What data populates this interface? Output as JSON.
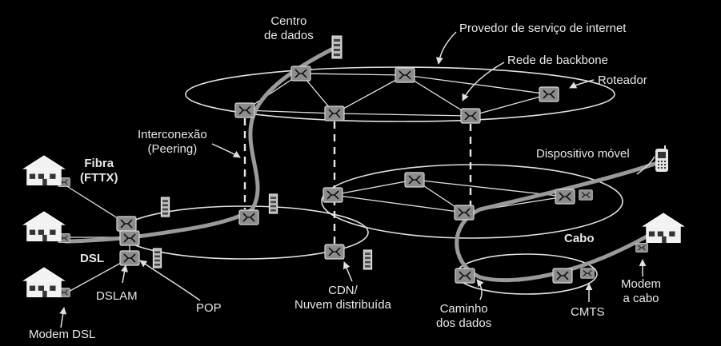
{
  "labels": {
    "centro_dados_1": "Centro",
    "centro_dados_2": "de dados",
    "provedor": "Provedor de serviço de internet",
    "backbone": "Rede de backbone",
    "roteador": "Roteador",
    "interconexao_1": "Interconexão",
    "interconexao_2": "(Peering)",
    "fibra_1": "Fibra",
    "fibra_2": "(FTTX)",
    "dispositivo_movel": "Dispositivo móvel",
    "dsl": "DSL",
    "dslam": "DSLAM",
    "pop": "POP",
    "cdn_1": "CDN/",
    "cdn_2": "Nuvem distribuída",
    "cabo": "Cabo",
    "caminho_1": "Caminho",
    "caminho_2": "dos dados",
    "cmts": "CMTS",
    "modem_cabo_1": "Modem",
    "modem_cabo_2": "a cabo",
    "modem_dsl": "Modem DSL"
  },
  "colors": {
    "background": "#000000",
    "line": "#e0e0e0",
    "router_fill": "#8c8c8c",
    "data_path": "#9a9a9a",
    "text": "#e8e8e8"
  },
  "icons": [
    "router-icon",
    "server-icon",
    "house-icon",
    "mobile-phone-icon"
  ]
}
